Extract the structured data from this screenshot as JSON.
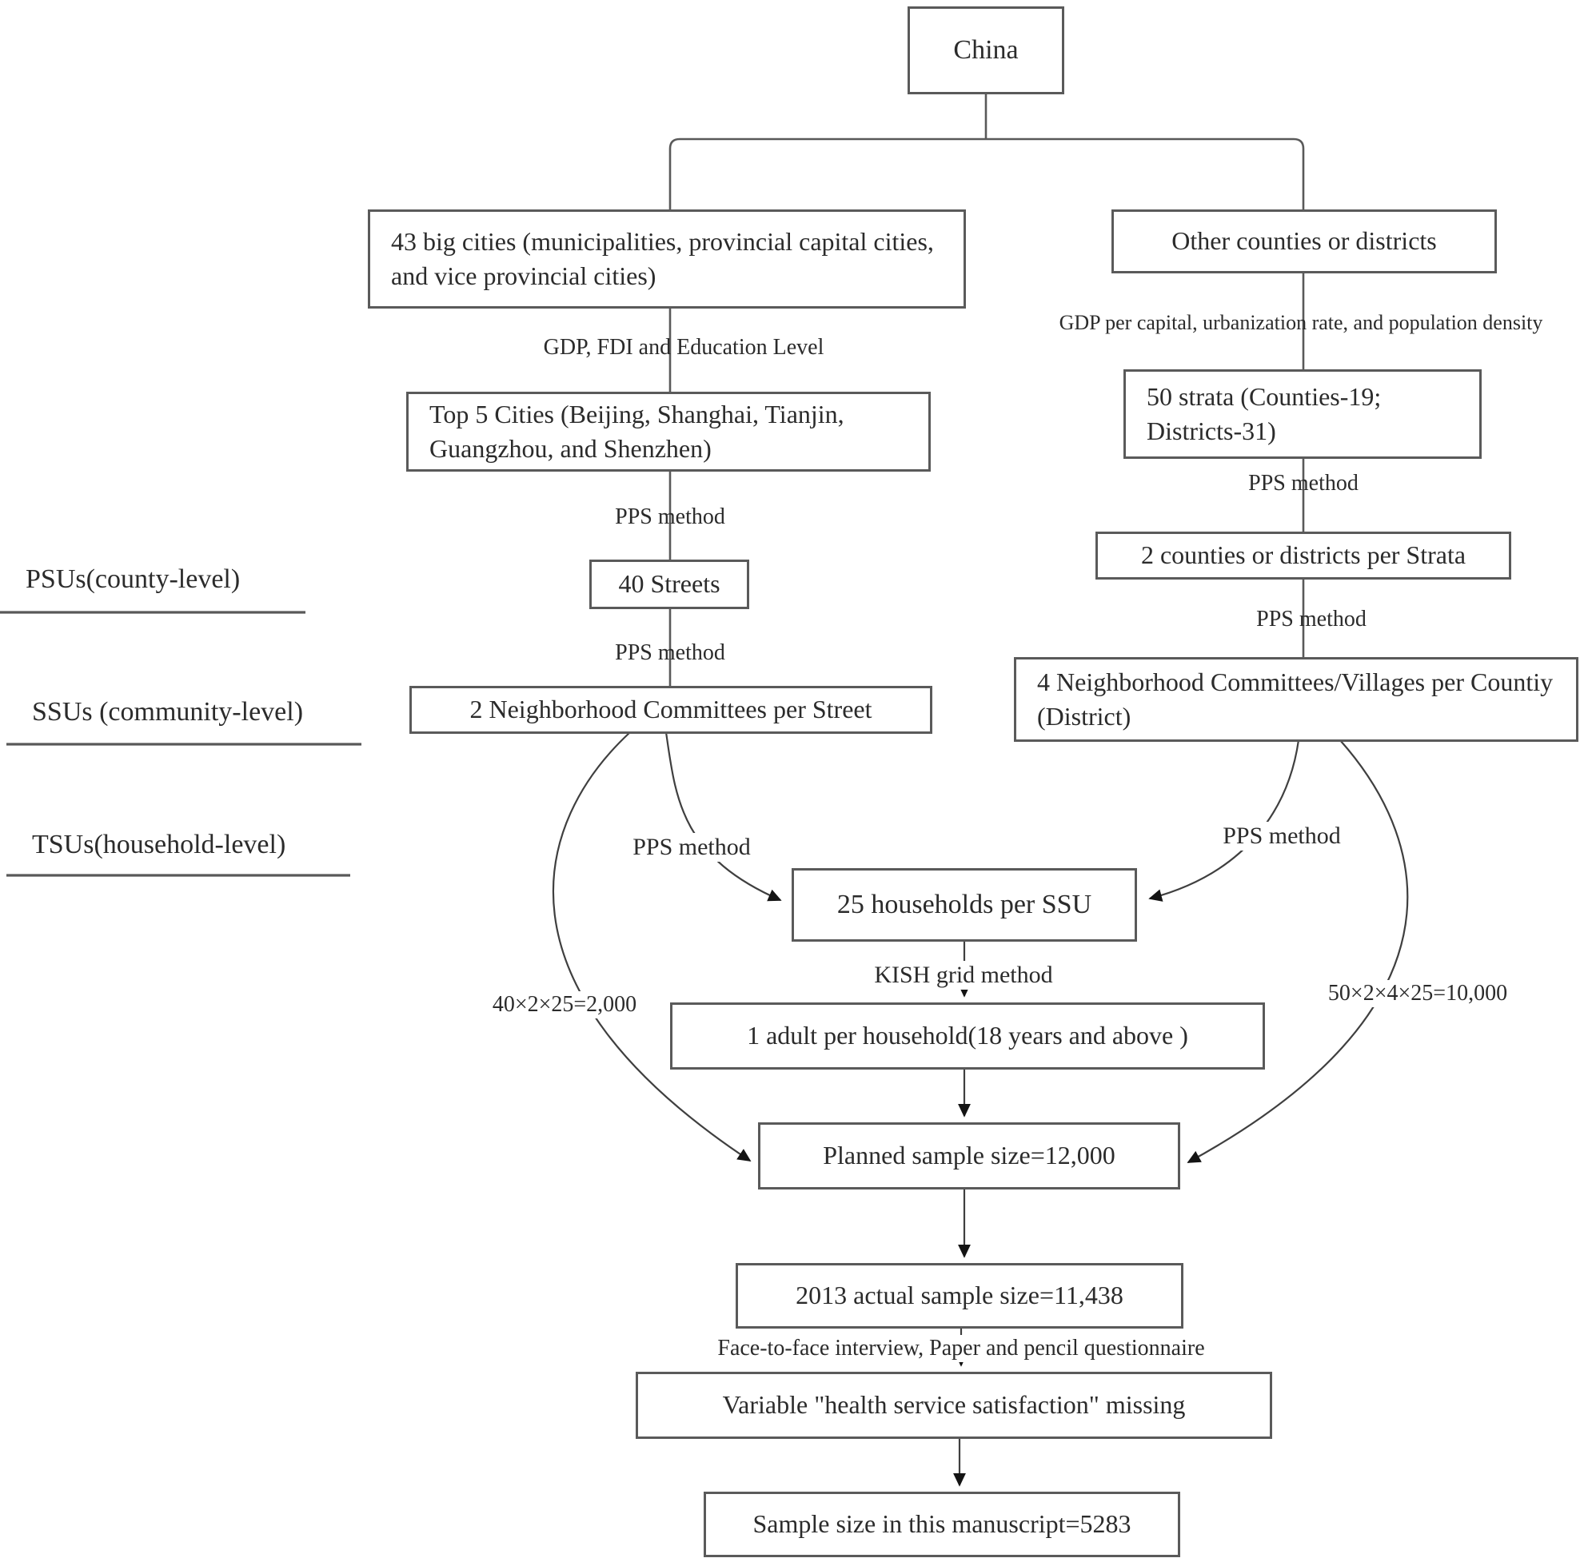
{
  "diagram": {
    "title_node": "China",
    "left_branch": {
      "big_cities": "43 big cities (municipalities, provincial capital cities, and vice provincial cities)",
      "criteria": "GDP, FDI and Education Level",
      "top5_cities": "Top 5 Cities (Beijing, Shanghai, Tianjin, Guangzhou, and Shenzhen)",
      "pps_1": "PPS method",
      "streets": "40 Streets",
      "pps_2": "PPS method",
      "committees": "2 Neighborhood Committees per Street",
      "pps_3": "PPS method",
      "calc": "40×2×25=2,000"
    },
    "right_branch": {
      "other_counties": "Other counties or districts",
      "criteria": "GDP per capital, urbanization rate, and population density",
      "strata": "50 strata (Counties-19; Districts-31)",
      "pps_1": "PPS method",
      "counties_per_strata": "2 counties or districts per Strata",
      "pps_2": "PPS method",
      "villages": "4 Neighborhood Committees/Villages per Countiy (District)",
      "pps_3": "PPS method",
      "calc": "50×2×4×25=10,000"
    },
    "levels": [
      {
        "label": "PSUs(county-level)"
      },
      {
        "label": "SSUs (community-level)"
      },
      {
        "label": "TSUs(household-level)"
      }
    ],
    "flow": {
      "households": "25 households per SSU",
      "kish": "KISH grid method",
      "adult": "1 adult per household(18 years and above )",
      "planned": "Planned sample size=12,000",
      "actual": "2013 actual sample size=11,438",
      "interview": "Face-to-face interview, Paper and pencil questionnaire",
      "missing_variable": "Variable \"health service satisfaction\" missing",
      "final_sample": "Sample size in this manuscript=5283"
    },
    "colors": {
      "line": "#595959",
      "arrow": "#141414",
      "text": "#2b2b2b",
      "background": "#ffffff"
    }
  }
}
